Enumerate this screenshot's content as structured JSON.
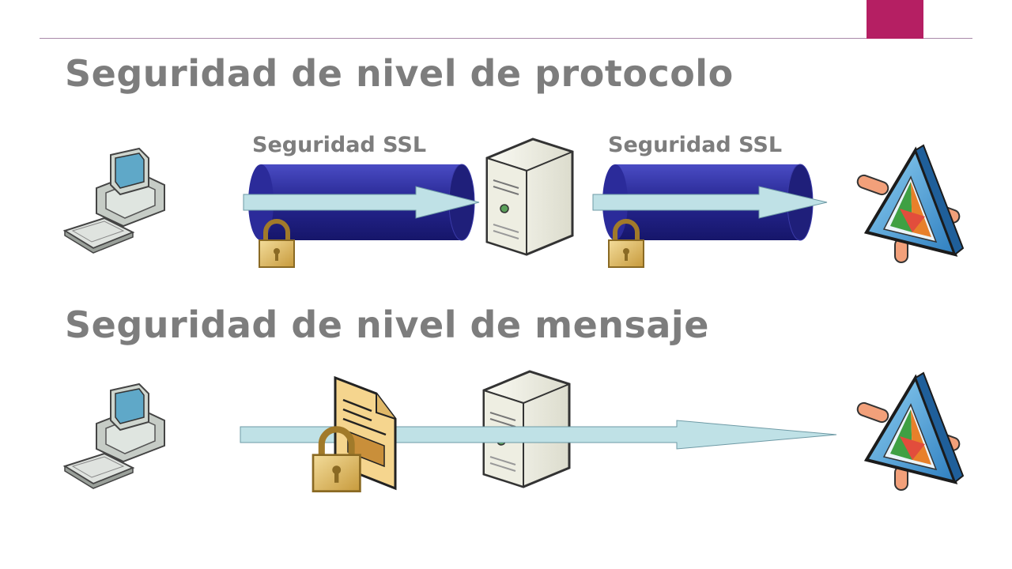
{
  "slide": {
    "accent_color": "#b51f63"
  },
  "protocol_section": {
    "title": "Seguridad de nivel de protocolo",
    "tunnel_labels": [
      "Seguridad SSL",
      "Seguridad SSL"
    ]
  },
  "message_section": {
    "title": "Seguridad de nivel de mensaje"
  },
  "icons": {
    "client": "computer-icon",
    "intermediary": "server-icon",
    "service": "service-endpoint-icon",
    "lock": "padlock-icon",
    "message": "document-icon"
  }
}
